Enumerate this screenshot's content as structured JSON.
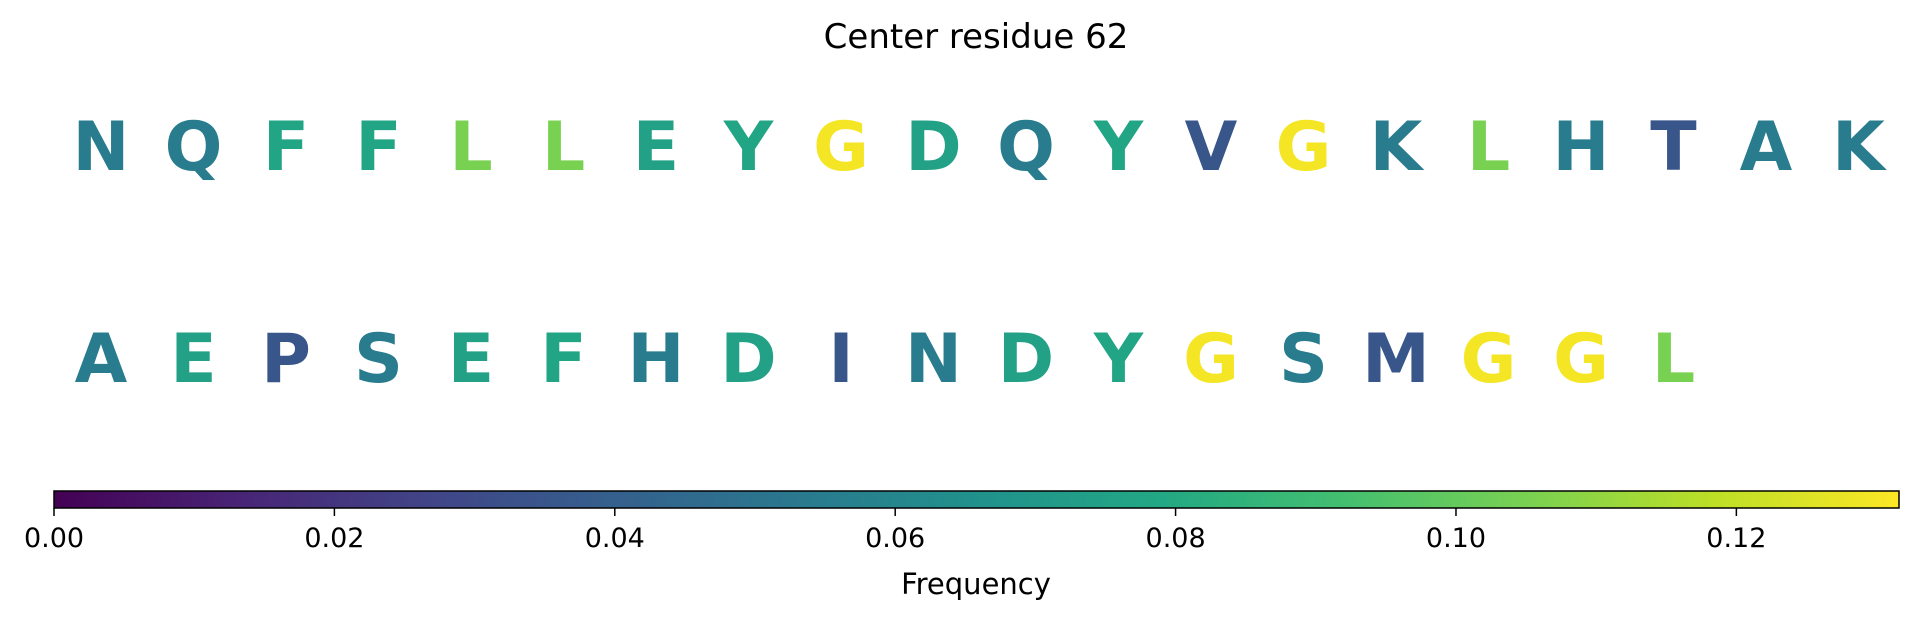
{
  "chart_data": {
    "type": "sequence-logo",
    "title": "Center residue 62",
    "rows": [
      {
        "residues": [
          "N",
          "Q",
          "F",
          "F",
          "L",
          "L",
          "E",
          "Y",
          "G",
          "D",
          "Q",
          "Y",
          "V",
          "G",
          "K",
          "L",
          "H",
          "T",
          "A",
          "K"
        ],
        "values": [
          0.055,
          0.055,
          0.077,
          0.077,
          0.105,
          0.105,
          0.075,
          0.077,
          0.13,
          0.075,
          0.055,
          0.077,
          0.035,
          0.13,
          0.055,
          0.105,
          0.055,
          0.035,
          0.055,
          0.055
        ]
      },
      {
        "residues": [
          "A",
          "E",
          "P",
          "S",
          "E",
          "F",
          "H",
          "D",
          "I",
          "N",
          "D",
          "Y",
          "G",
          "S",
          "M",
          "G",
          "G",
          "L"
        ],
        "values": [
          0.055,
          0.075,
          0.035,
          0.055,
          0.075,
          0.077,
          0.055,
          0.075,
          0.035,
          0.055,
          0.075,
          0.077,
          0.13,
          0.055,
          0.035,
          0.13,
          0.13,
          0.105
        ]
      }
    ],
    "colorbar": {
      "colormap": "viridis",
      "range": [
        0,
        0.1316
      ],
      "ticks": [
        0.0,
        0.02,
        0.04,
        0.06,
        0.08,
        0.1,
        0.12
      ],
      "tick_labels": [
        "0.00",
        "0.02",
        "0.04",
        "0.06",
        "0.08",
        "0.10",
        "0.12"
      ],
      "label": "Frequency",
      "orientation": "horizontal",
      "placement": "bottom"
    }
  }
}
